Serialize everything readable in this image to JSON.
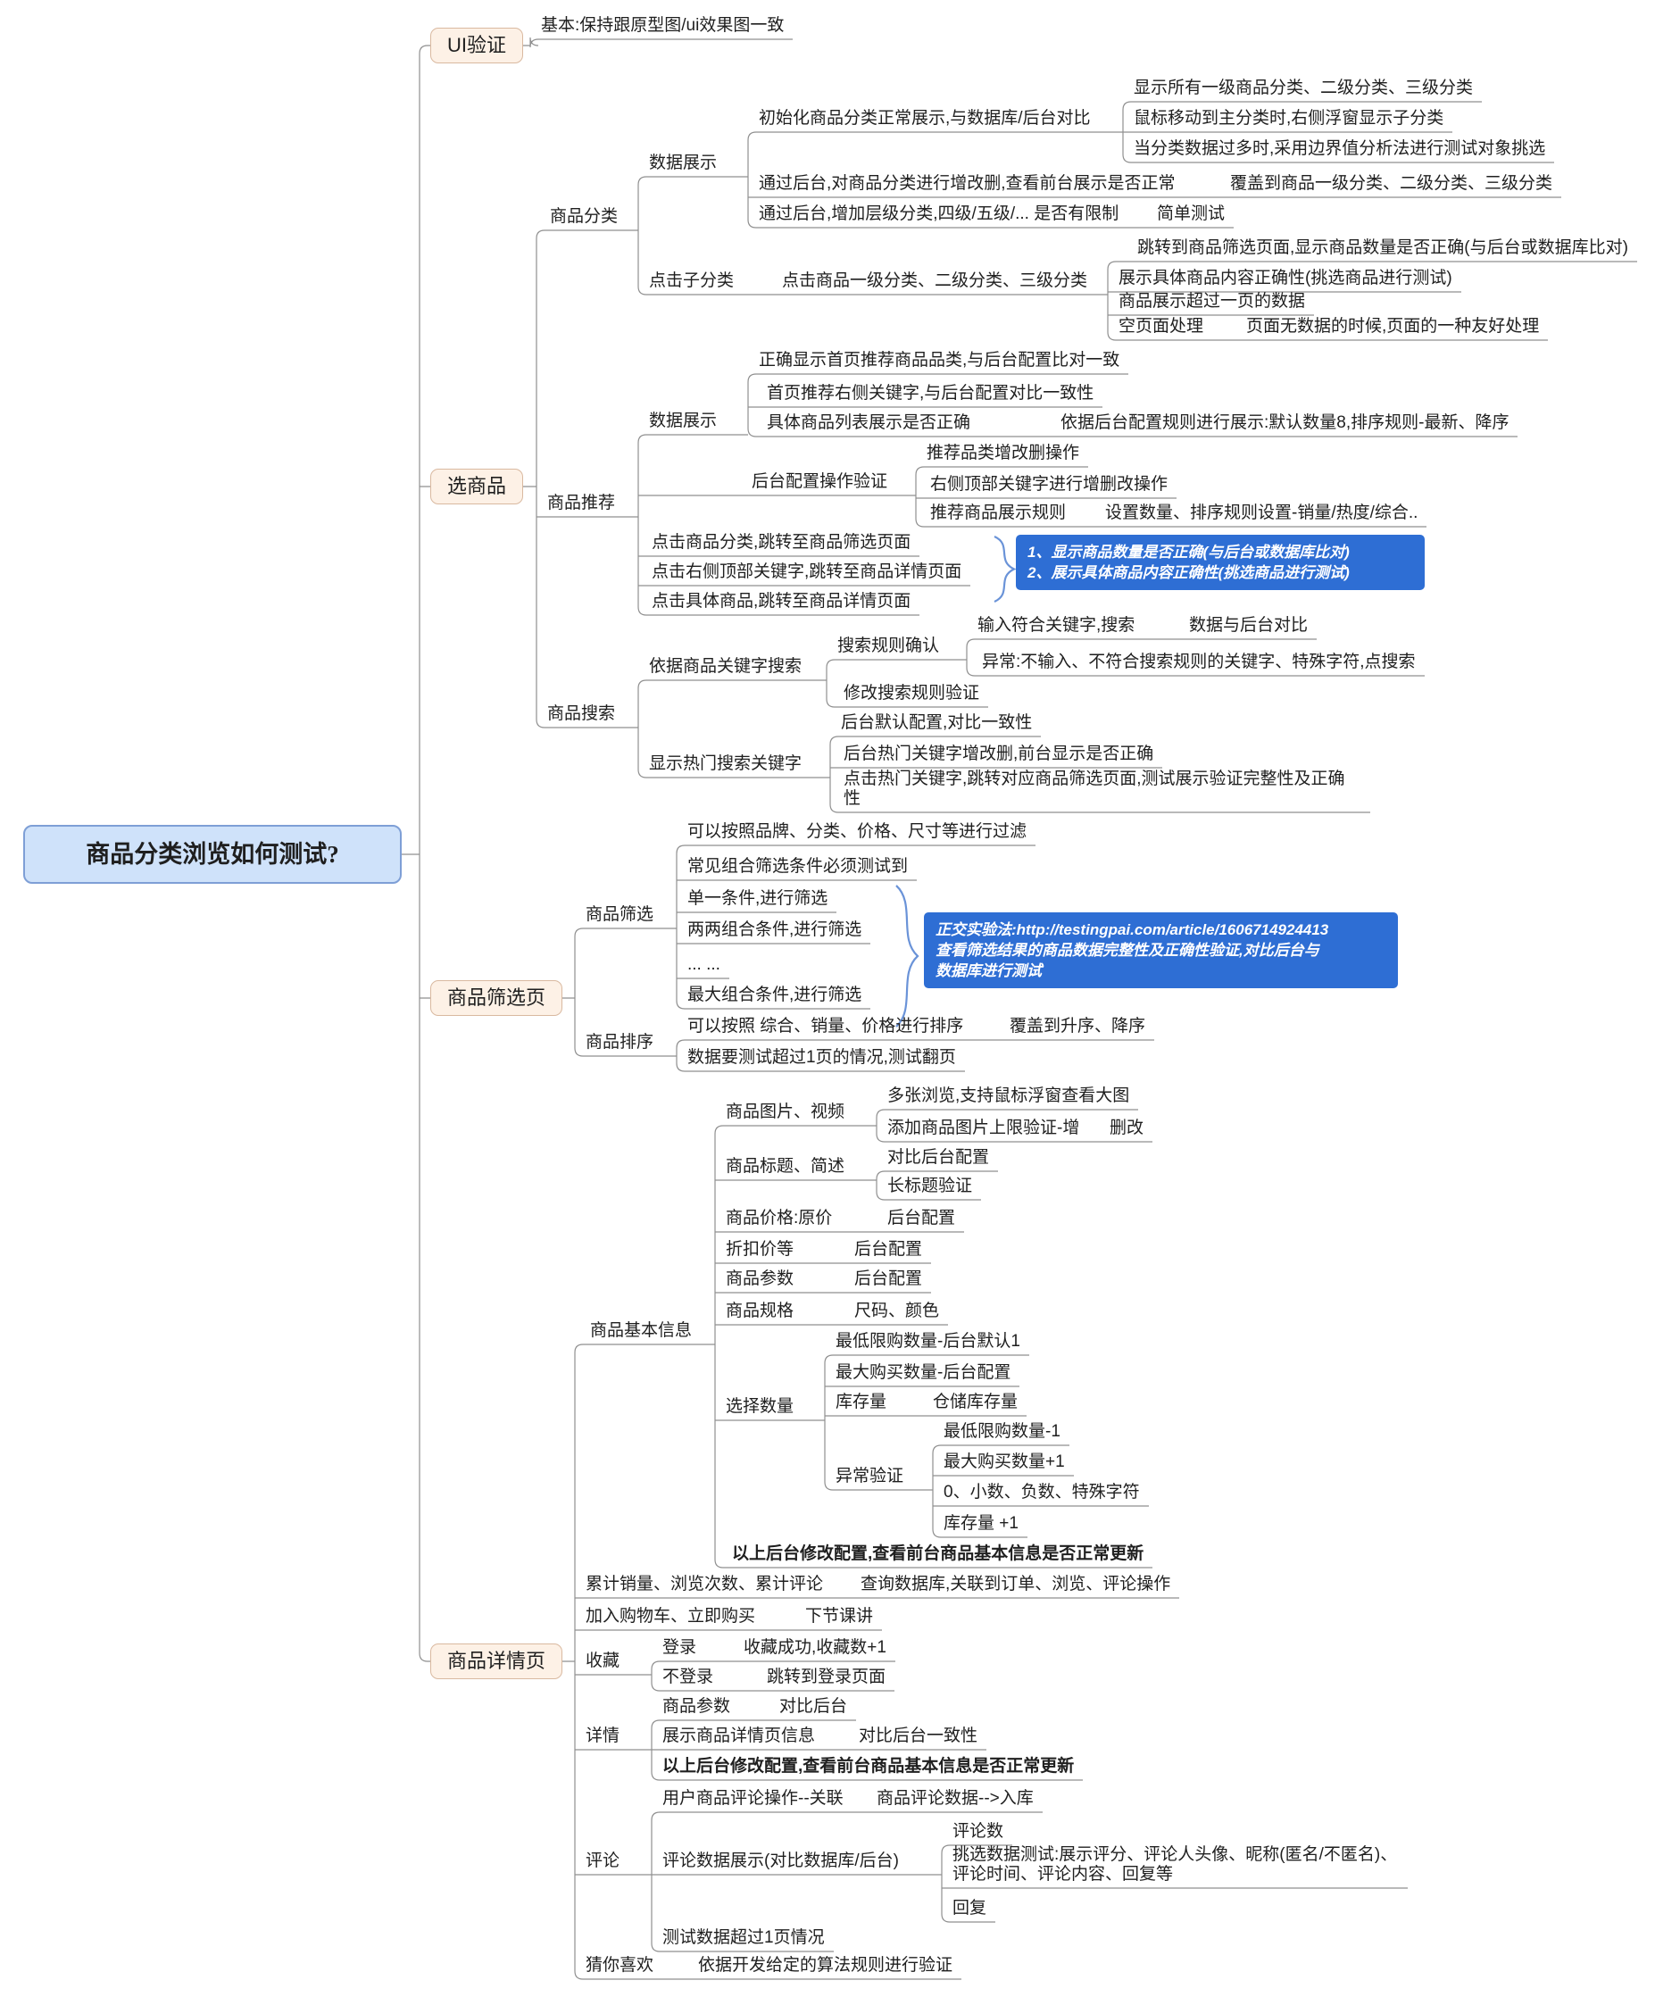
{
  "root": {
    "title": "商品分类浏览如何测试?"
  },
  "ui": {
    "label": "UI验证",
    "basic": "基本:保持跟原型图/ui效果图一致"
  },
  "select": {
    "label": "选商品",
    "cat": {
      "label": "商品分类",
      "data_label": "数据展示",
      "init": "初始化商品分类正常展示,与数据库/后台对比",
      "init_all": "显示所有一级商品分类、二级分类、三级分类",
      "init_hover": "鼠标移动到主分类时,右侧浮窗显示子分类",
      "init_boundary": "当分类数据过多时,采用边界值分析法进行测试对象挑选",
      "crud": "通过后台,对商品分类进行增改删,查看前台展示是否正常",
      "crud_cover": "覆盖到商品一级分类、二级分类、三级分类",
      "level": "通过后台,增加层级分类,四级/五级/... 是否有限制",
      "level_simple": "简单测试",
      "sub": "点击子分类",
      "sub_click": "点击商品一级分类、二级分类、三级分类",
      "sub_jump": "跳转到商品筛选页面,显示商品数量是否正确(与后台或数据库比对)",
      "sub_content": "展示具体商品内容正确性(挑选商品进行测试)",
      "sub_paging": "商品展示超过一页的数据",
      "sub_empty": "空页面处理",
      "sub_empty_desc": "页面无数据的时候,页面的一种友好处理"
    },
    "rec": {
      "label": "商品推荐",
      "data_label": "数据展示",
      "d1": "正确显示首页推荐商品品类,与后台配置比对一致",
      "d2": "首页推荐右侧关键字,与后台配置对比一致性",
      "d3": "具体商品列表展示是否正确",
      "d3_rule": "依据后台配置规则进行展示:默认数量8,排序规则-最新、降序",
      "cfg_label": "后台配置操作验证",
      "cfg1": "推荐品类增改删操作",
      "cfg2": "右侧顶部关键字进行增删改操作",
      "cfg3": "推荐商品展示规则",
      "cfg3_desc": "设置数量、排序规则设置-销量/热度/综合..",
      "click_cat": "点击商品分类,跳转至商品筛选页面",
      "click_kw": "点击右侧顶部关键字,跳转至商品详情页面",
      "click_item": "点击具体商品,跳转至商品详情页面",
      "callout": "1、显示商品数量是否正确(与后台或数据库比对)\n2、展示具体商品内容正确性(挑选商品进行测试)"
    },
    "search": {
      "label": "商品搜索",
      "kw": "依据商品关键字搜索",
      "rule": "搜索规则确认",
      "rule_ok": "输入符合关键字,搜索",
      "rule_ok_desc": "数据与后台对比",
      "rule_err": "异常:不输入、不符合搜索规则的关键字、特殊字符,点搜索",
      "rule_mod": "修改搜索规则验证",
      "hot": "显示热门搜索关键字",
      "hot1": "后台默认配置,对比一致性",
      "hot2": "后台热门关键字增改删,前台显示是否正确",
      "hot3": "点击热门关键字,跳转对应商品筛选页面,测试展示验证完整性及正确性"
    }
  },
  "filter_page": {
    "label": "商品筛选页",
    "filter_label": "商品筛选",
    "f1": "可以按照品牌、分类、价格、尺寸等进行过滤",
    "f2": "常见组合筛选条件必须测试到",
    "f3": "单一条件,进行筛选",
    "f4": "两两组合条件,进行筛选",
    "f5": "... ...",
    "f6": "最大组合条件,进行筛选",
    "callout": "正交实验法:http://testingpai.com/article/1606714924413\n查看筛选结果的商品数据完整性及正确性验证,对比后台与\n数据库进行测试",
    "sort_label": "商品排序",
    "s1": "可以按照 综合、销量、价格进行排序",
    "s1_desc": "覆盖到升序、降序",
    "s2": "数据要测试超过1页的情况,测试翻页"
  },
  "detail_page": {
    "label": "商品详情页",
    "basic_label": "商品基本信息",
    "img_label": "商品图片、视频",
    "img1": "多张浏览,支持鼠标浮窗查看大图",
    "img2": "添加商品图片上限验证-增",
    "img2_desc": "删改",
    "title_label": "商品标题、简述",
    "title1": "对比后台配置",
    "title2": "长标题验证",
    "price": "商品价格:原价",
    "price_desc": "后台配置",
    "discount": "折扣价等",
    "discount_desc": "后台配置",
    "param": "商品参数",
    "param_desc": "后台配置",
    "spec": "商品规格",
    "spec_desc": "尺码、颜色",
    "qty_label": "选择数量",
    "qty1": "最低限购数量-后台默认1",
    "qty2": "最大购买数量-后台配置",
    "qty3": "库存量",
    "qty3_desc": "仓储库存量",
    "abn_label": "异常验证",
    "abn1": "最低限购数量-1",
    "abn2": "最大购买数量+1",
    "abn3": "0、小数、负数、特殊字符",
    "abn4": "库存量 +1",
    "basic_note": "以上后台修改配置,查看前台商品基本信息是否正常更新",
    "stat": "累计销量、浏览次数、累计评论",
    "stat_desc": "查询数据库,关联到订单、浏览、评论操作",
    "cart": "加入购物车、立即购买",
    "cart_desc": "下节课讲",
    "fav_label": "收藏",
    "fav1": "登录",
    "fav1_desc": "收藏成功,收藏数+1",
    "fav2": "不登录",
    "fav2_desc": "跳转到登录页面",
    "det_label": "详情",
    "det1": "商品参数",
    "det1_desc": "对比后台",
    "det2": "展示商品详情页信息",
    "det2_desc": "对比后台一致性",
    "det_note": "以上后台修改配置,查看前台商品基本信息是否正常更新",
    "cmt_label": "评论",
    "cmt_op": "用户商品评论操作--关联",
    "cmt_op_desc": "商品评论数据-->入库",
    "cmt_show": "评论数据展示(对比数据库/后台)",
    "cmt1": "评论数",
    "cmt2": "挑选数据测试:展示评分、评论人头像、昵称(匿名/不匿名)、评论时间、评论内容、回复等",
    "cmt3": "回复",
    "cmt_page": "测试数据超过1页情况",
    "like": "猜你喜欢",
    "like_desc": "依据开发给定的算法规则进行验证"
  },
  "colors": {
    "callout_blue": "#2e6ed4",
    "brace_blue": "#6a93d8",
    "branch_fill": "#fdf1e6",
    "branch_border": "#d9b9a0",
    "root_fill": "#cfe2fa",
    "root_border": "#7e9fd6",
    "line": "#8f8f8f"
  }
}
